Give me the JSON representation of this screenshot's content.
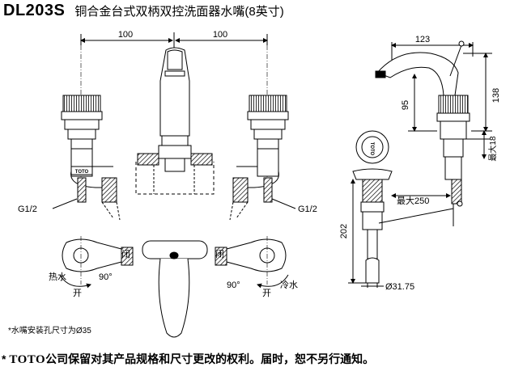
{
  "header": {
    "model": "DL203S",
    "title": "铜合金台式双柄双控洗面器水嘴(8英寸)"
  },
  "front_view": {
    "dim_left": "100",
    "dim_right": "100",
    "thread_left": "G1/2",
    "thread_right": "G1/2",
    "brand_badge": "TOTO"
  },
  "top_view": {
    "hot_label": "热水",
    "open_left": "开",
    "closed_left": "闭",
    "angle_left": "90°",
    "closed_right": "闭",
    "angle_right": "90°",
    "cold_label": "冷水",
    "open_right": "开",
    "hole_note": "*水嘴安装孔尺寸为Ø35"
  },
  "side_view": {
    "dim_reach": "123",
    "dim_height_top": "138",
    "dim_spout": "95",
    "dim_max_18": "最大18",
    "cap_badge": "TOTO",
    "dim_max_250": "最大250",
    "dim_202": "202",
    "dim_dia": "Ø31.75"
  },
  "footer": {
    "star": "*",
    "brand": "TOTO",
    "notice": "公司保留对其产品规格和尺寸更改的权利。届时，恕不另行通知。"
  }
}
